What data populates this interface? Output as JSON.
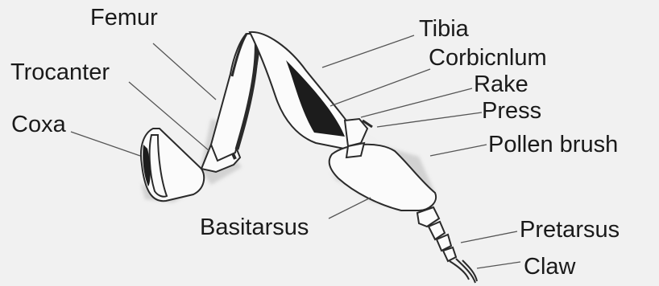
{
  "diagram": {
    "labels": {
      "femur": "Femur",
      "trocanter": "Trocanter",
      "coxa": "Coxa",
      "tibia": "Tibia",
      "corbicnlum": "Corbicnlum",
      "rake": "Rake",
      "press": "Press",
      "pollen_brush": "Pollen brush",
      "basitarsus": "Basitarsus",
      "pretarsus": "Pretarsus",
      "claw": "Claw"
    },
    "colors": {
      "background": "#f1f1f1",
      "outline": "#2a2a2a",
      "fill": "#fbfbfb",
      "dark": "#1c1c1c"
    }
  }
}
